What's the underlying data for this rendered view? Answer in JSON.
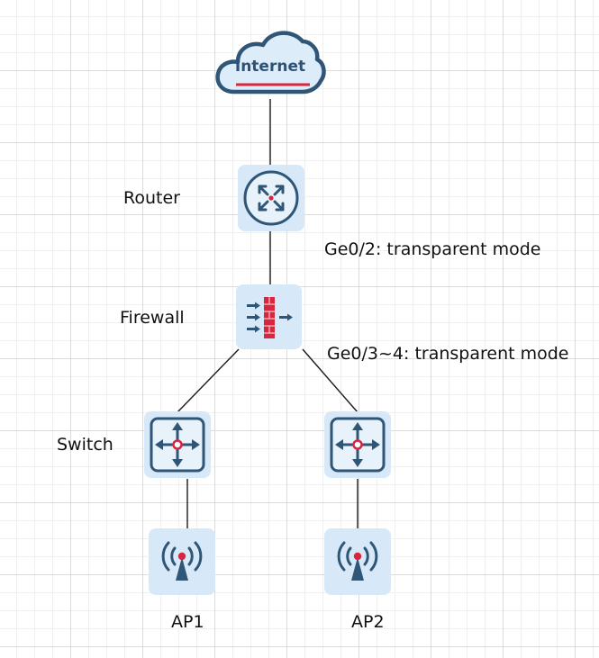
{
  "nodes": {
    "internet": {
      "label": "Internet"
    },
    "router": {
      "label": "Router"
    },
    "firewall": {
      "label": "Firewall"
    },
    "switch_left": {
      "label": "Switch"
    },
    "ap1": {
      "label": "AP1"
    },
    "ap2": {
      "label": "AP2"
    }
  },
  "annotations": {
    "router_firewall_port": "Ge0/2: transparent mode",
    "firewall_switch_ports": "Ge0/3~4: transparent mode"
  },
  "colors": {
    "tile_bg": "#d7e9f8",
    "icon_stroke": "#2f5577",
    "accent_red": "#d8263f",
    "cloud_fill": "#dcecf9"
  },
  "icons": {
    "internet": "cloud-icon",
    "router": "router-icon",
    "firewall": "firewall-icon",
    "switch": "switch-icon",
    "ap": "wireless-ap-icon"
  }
}
